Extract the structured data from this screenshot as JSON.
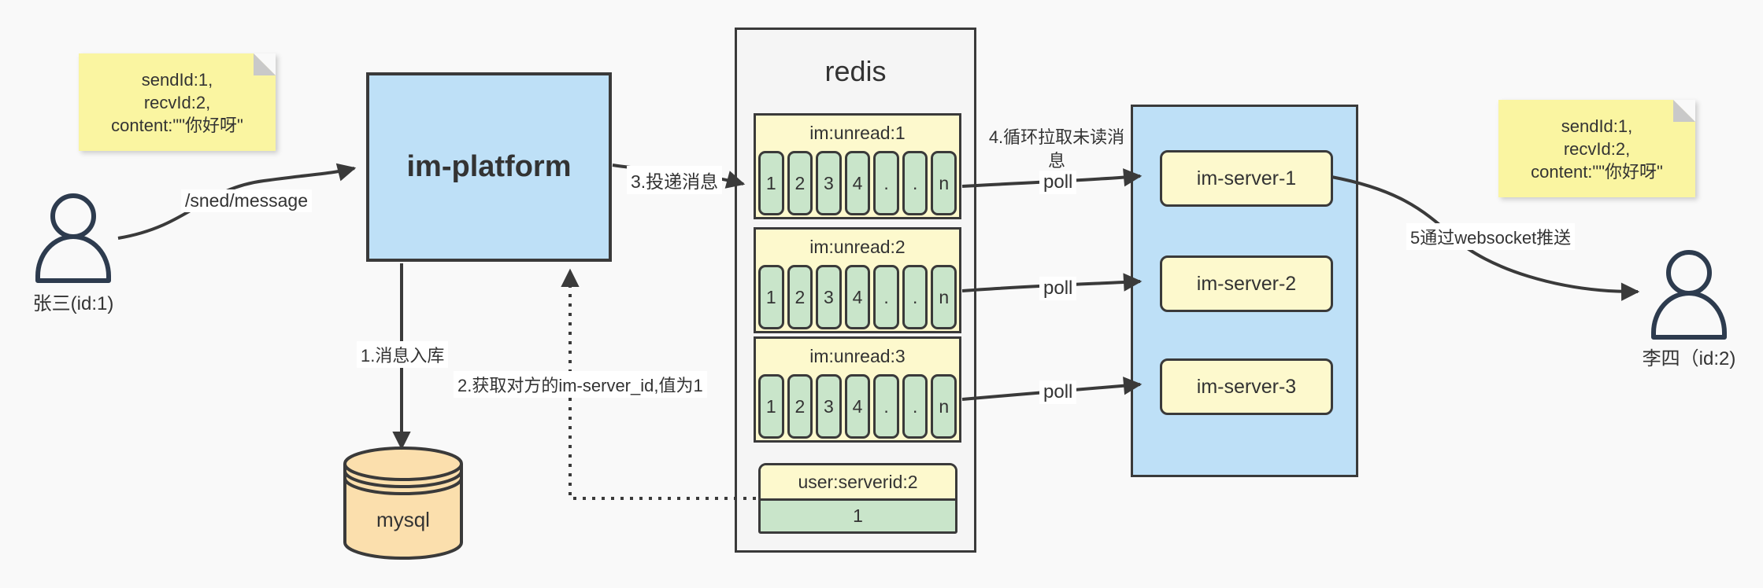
{
  "colors": {
    "bg": "#f9f9f9",
    "line": "#3a3a3a",
    "text": "#333333",
    "blue-fill": "#bee0f7",
    "note-yellow": "#faf5a1",
    "pale-yellow": "#fdf9cd",
    "green-fill": "#c9e5ca",
    "orange-fill": "#fbdfad",
    "gray-fill": "#f5f5f5",
    "fold-gray": "#c9c9c9",
    "person": "#2d3b4e",
    "label-bg": "#ffffff"
  },
  "notes": {
    "left": {
      "lines": [
        "sendId:1,",
        "recvId:2,",
        "content:\"\"你好呀\""
      ]
    },
    "right": {
      "lines": [
        "sendId:1,",
        "recvId:2,",
        "content:\"\"你好呀\""
      ]
    }
  },
  "actors": {
    "sender": {
      "label": "张三(id:1)"
    },
    "receiver": {
      "label": "李四（id:2)"
    }
  },
  "platform": {
    "label": "im-platform"
  },
  "database": {
    "label": "mysql"
  },
  "redis": {
    "title": "redis",
    "queues": [
      {
        "title": "im:unread:1",
        "cells": [
          "1",
          "2",
          "3",
          "4",
          ".",
          ".",
          "n"
        ]
      },
      {
        "title": "im:unread:2",
        "cells": [
          "1",
          "2",
          "3",
          "4",
          ".",
          ".",
          "n"
        ]
      },
      {
        "title": "im:unread:3",
        "cells": [
          "1",
          "2",
          "3",
          "4",
          ".",
          ".",
          "n"
        ]
      }
    ],
    "mapping": {
      "title": "user:serverid:2",
      "value": "1"
    }
  },
  "servers": [
    {
      "label": "im-server-1"
    },
    {
      "label": "im-server-2"
    },
    {
      "label": "im-server-3"
    }
  ],
  "edges": {
    "send": {
      "label": "/sned/message"
    },
    "store": {
      "label": "1.消息入库"
    },
    "lookup": {
      "label": "2.获取对方的im-server_id,值为1"
    },
    "deliver": {
      "label": "3.投递消息"
    },
    "pull": {
      "label": "4.循环拉取未读消息"
    },
    "poll1": {
      "label": "poll"
    },
    "poll2": {
      "label": "poll"
    },
    "poll3": {
      "label": "poll"
    },
    "push": {
      "label": "5通过websocket推送"
    }
  }
}
